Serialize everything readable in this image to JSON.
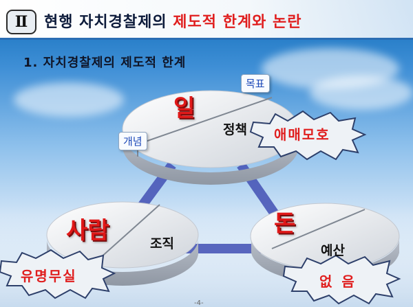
{
  "header": {
    "roman": "Ⅱ",
    "title_black": "현행 자치경찰제의",
    "title_red": "제도적 한계와 논란"
  },
  "section": {
    "subtitle": "1. 자치경찰제의 제도적 한계"
  },
  "nodes": {
    "top": {
      "big": "일",
      "label": "정책",
      "tag_left": "개념",
      "tag_right": "목표",
      "burst": "애매모호"
    },
    "left": {
      "big": "사람",
      "label": "조직",
      "burst": "유명무실"
    },
    "right": {
      "big": "돈",
      "label": "예산",
      "burst": "없음"
    }
  },
  "footer": {
    "page": "-4-"
  },
  "colors": {
    "accent_red": "#e01e1e",
    "connector_blue": "#4a58b8",
    "title_blue": "#2a6db3"
  }
}
